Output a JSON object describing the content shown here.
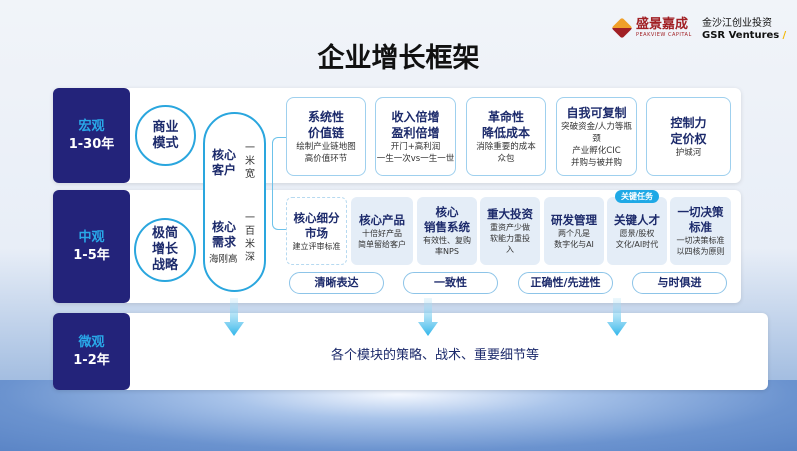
{
  "title": "企业增长框架",
  "logos": {
    "peakview_cn": "盛景嘉成",
    "peakview_en": "PEAKVIEW CAPITAL",
    "gsr_cn": "金沙江创业投资",
    "gsr_en": "GSR Ventures"
  },
  "levels": [
    {
      "name": "宏观",
      "range": "1-30年"
    },
    {
      "name": "中观",
      "range": "1-5年"
    },
    {
      "name": "微观",
      "range": "1-2年"
    }
  ],
  "circles": {
    "business_model": "商业\n模式",
    "strategy": [
      "极简",
      "增长",
      "战略"
    ]
  },
  "core": {
    "customer": [
      "核心",
      "客户"
    ],
    "customer_side": "一米宽",
    "need": [
      "核心",
      "需求"
    ],
    "need_side": "一百米深",
    "need_note": "海刚高"
  },
  "macro_cards": [
    {
      "title": [
        "系统性",
        "价值链"
      ],
      "desc": [
        "绘制产业链地图",
        "高价值环节"
      ]
    },
    {
      "title": [
        "收入倍增",
        "盈利倍增"
      ],
      "desc": [
        "开门+高利润",
        "一生一次vs一生一世"
      ]
    },
    {
      "title": [
        "革命性",
        "降低成本"
      ],
      "desc": [
        "消除重要的成本",
        "众包"
      ]
    },
    {
      "title": [
        "自我可复制"
      ],
      "desc": [
        "突破资金/人力等瓶颈",
        "产业孵化CIC",
        "并购与被并购"
      ]
    },
    {
      "title": [
        "控制力",
        "定价权"
      ],
      "desc": [
        "护城河"
      ]
    }
  ],
  "meso_cards": [
    {
      "title": [
        "核心细分",
        "市场"
      ],
      "desc": [
        "建立评审标准"
      ]
    },
    {
      "title": [
        "核心产品"
      ],
      "desc": [
        "十倍好产品",
        "简单留给客户"
      ]
    },
    {
      "title": [
        "核心",
        "销售系统"
      ],
      "desc": [
        "有效性、复购",
        "率NPS"
      ]
    },
    {
      "title": [
        "重大投资"
      ],
      "desc": [
        "重资产少做",
        "软能力重投",
        "入"
      ]
    },
    {
      "title": [
        "研发管理"
      ],
      "desc": [
        "两个凡是",
        "数字化与AI"
      ]
    },
    {
      "title": [
        "关键人才"
      ],
      "desc": [
        "愿景/股权",
        "文化/AI时代"
      ],
      "tag": "关键任务"
    },
    {
      "title": [
        "一切决策",
        "标准"
      ],
      "desc": [
        "一切决策标准",
        "以四核为原则"
      ]
    }
  ],
  "principles": [
    "清晰表达",
    "一致性",
    "正确性/先进性",
    "与时俱进"
  ],
  "micro_text": "各个模块的策略、战术、重要细节等"
}
